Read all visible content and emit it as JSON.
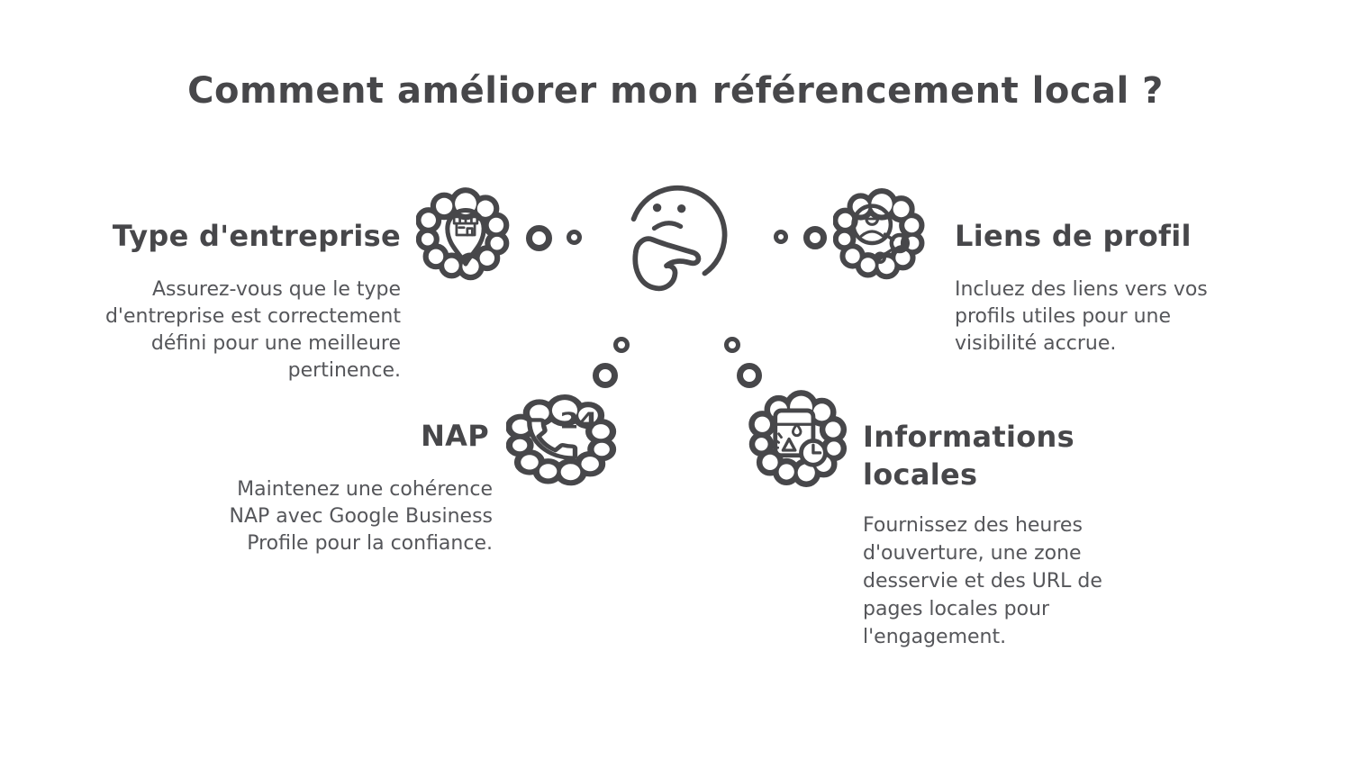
{
  "title": "Comment améliorer mon référencement local ?",
  "colors": {
    "ink": "#47474a",
    "body_text": "#55565a",
    "background": "#ffffff"
  },
  "center_figure": {
    "icon": "thinking-face-icon"
  },
  "sections": [
    {
      "id": "type-entreprise",
      "heading": "Type d'entreprise",
      "body": "Assurez-vous que le type\nd'entreprise est correctement\ndéfini pour une meilleure\npertinence.",
      "icon": "store-location-pin-icon"
    },
    {
      "id": "liens-profil",
      "heading": "Liens de profil",
      "body": "Incluez des liens vers vos\nprofils utiles pour une\nvisibilité accrue.",
      "icon": "profile-share-icon"
    },
    {
      "id": "nap",
      "heading": "NAP",
      "body": "Maintenez une cohérence\nNAP avec Google Business\nProfile pour la confiance.",
      "icon": "phone-24-icon",
      "icon_badge": "24"
    },
    {
      "id": "informations-locales",
      "heading": "Informations\nlocales",
      "body": "Fournissez des heures\nd'ouverture, une zone\ndesservie et des URL de\npages locales pour\nl'engagement.",
      "icon": "local-info-clock-icon"
    }
  ]
}
